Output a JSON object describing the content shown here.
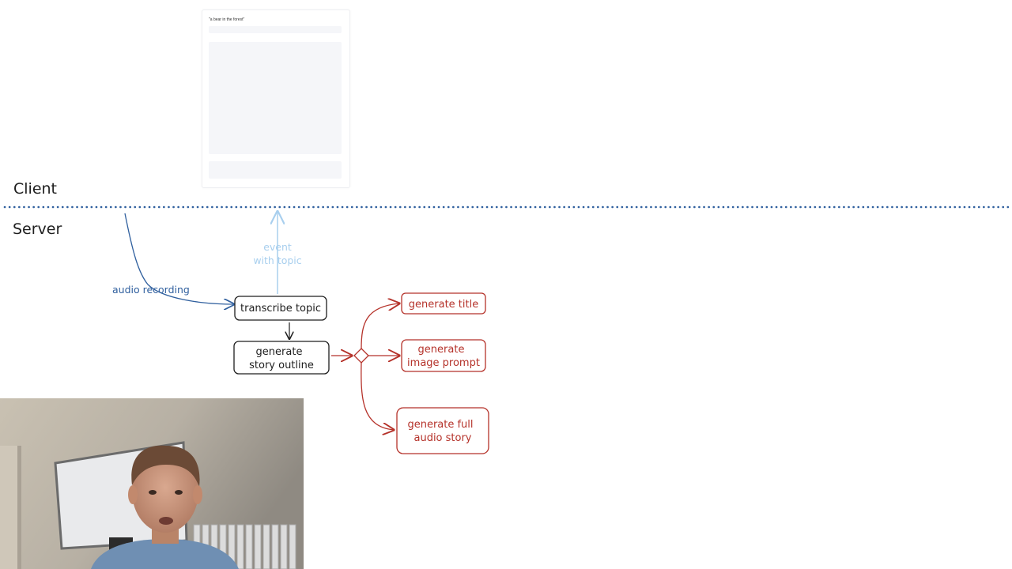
{
  "zones": {
    "client_label": "Client",
    "server_label": "Server"
  },
  "client_card": {
    "topic_text": "\"a bear in the forest\""
  },
  "edges": {
    "audio_label": "audio recording",
    "event_label_line1": "event",
    "event_label_line2": "with topic"
  },
  "nodes": {
    "transcribe": "transcribe topic",
    "outline_line1": "generate",
    "outline_line2": "story outline",
    "title": "generate title",
    "image_line1": "generate",
    "image_line2": "image prompt",
    "story_line1": "generate full",
    "story_line2": "audio story"
  },
  "colors": {
    "black_stroke": "#1e1e1e",
    "blue_dark": "#2f5f9e",
    "blue_light": "#a8cfee",
    "red": "#b5322a",
    "divider": "#2f5f9e"
  }
}
